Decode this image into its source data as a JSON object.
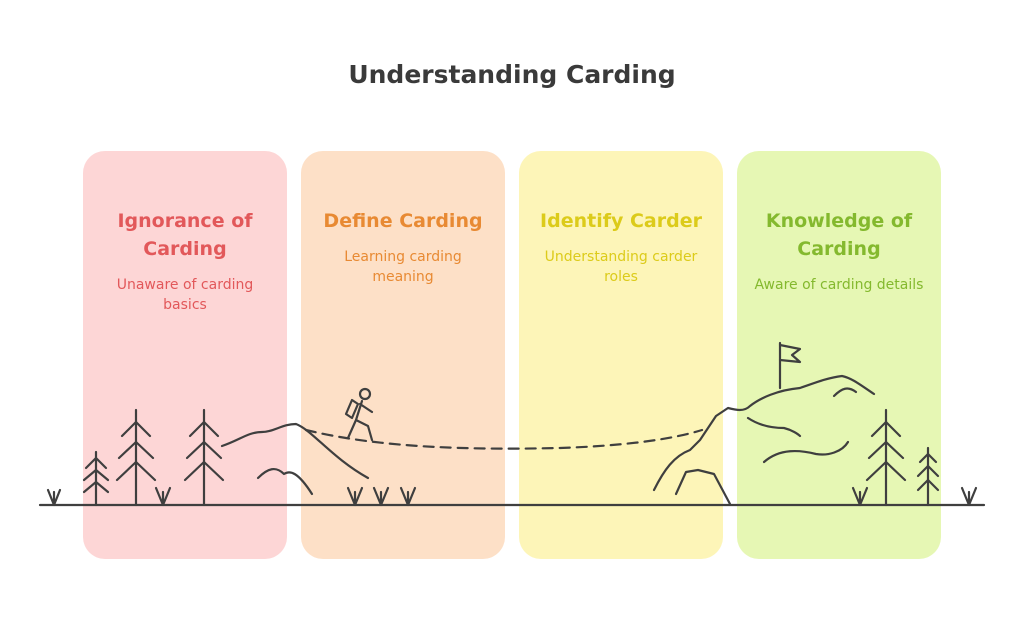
{
  "title": "Understanding Carding",
  "stages": [
    {
      "title": "Ignorance of Carding",
      "description": "Unaware of carding basics",
      "color": "#e2585a",
      "background": "#fdd6d6"
    },
    {
      "title": "Define Carding",
      "description": "Learning carding meaning",
      "color": "#e88a33",
      "background": "#fde0c7"
    },
    {
      "title": "Identify Carder",
      "description": "Understanding carder roles",
      "color": "#dccb1a",
      "background": "#fdf5b8"
    },
    {
      "title": "Knowledge of Carding",
      "description": "Aware of carding details",
      "color": "#84b92e",
      "background": "#e6f7b4"
    }
  ],
  "icons": [
    "tree-icon",
    "mountain-icon",
    "hiker-icon",
    "flag-icon",
    "grass-icon"
  ]
}
